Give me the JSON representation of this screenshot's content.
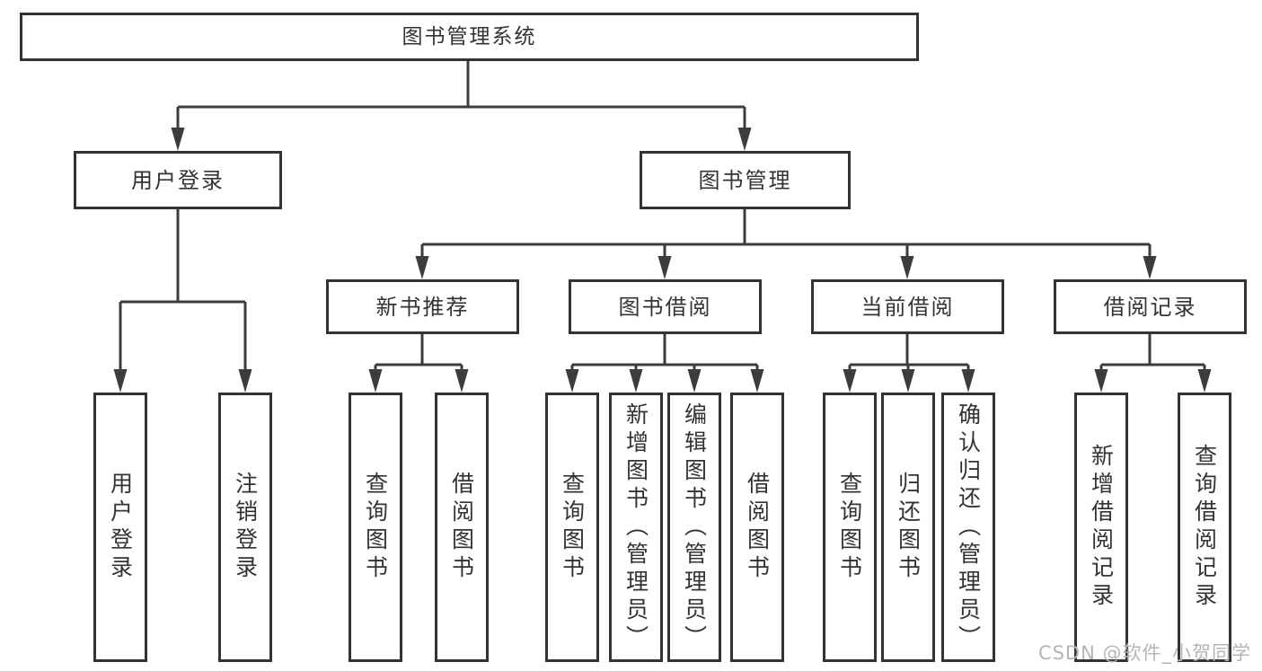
{
  "diagram": {
    "title": "图书管理系统",
    "branches": [
      {
        "label": "用户登录",
        "children": [
          {
            "label": "用户登录"
          },
          {
            "label": "注销登录"
          }
        ]
      },
      {
        "label": "图书管理",
        "children": [
          {
            "label": "新书推荐",
            "children": [
              {
                "label": "查询图书"
              },
              {
                "label": "借阅图书"
              }
            ]
          },
          {
            "label": "图书借阅",
            "children": [
              {
                "label": "查询图书"
              },
              {
                "label": "新增图书（管理员）"
              },
              {
                "label": "编辑图书（管理员）"
              },
              {
                "label": "借阅图书"
              }
            ]
          },
          {
            "label": "当前借阅",
            "children": [
              {
                "label": "查询图书"
              },
              {
                "label": "归还图书"
              },
              {
                "label": "确认归还（管理员）"
              }
            ]
          },
          {
            "label": "借阅记录",
            "children": [
              {
                "label": "新增借阅记录"
              },
              {
                "label": "查询借阅记录"
              }
            ]
          }
        ]
      }
    ]
  },
  "watermark": {
    "text": "CSDN @软件_小贺同学",
    "color": "#b5b5b5"
  },
  "colors": {
    "line": "#3c3c3c",
    "box_border": "#333333",
    "text": "#333333",
    "background": "#ffffff"
  }
}
